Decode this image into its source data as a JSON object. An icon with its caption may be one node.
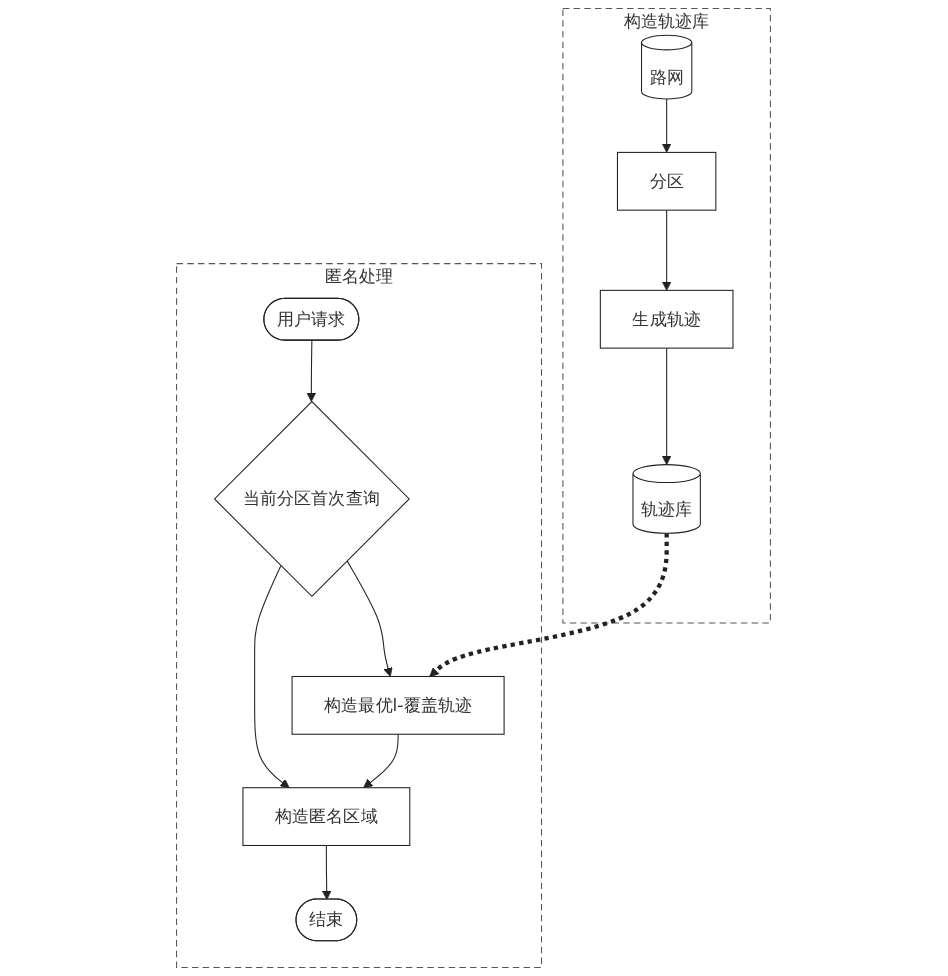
{
  "diagram": {
    "nodes": [
      {
        "text": [
          "构造轨迹库"
        ]
      },
      {
        "text": [
          "路网"
        ],
        "in": 0
      },
      {
        "text": [
          "分区"
        ],
        "in": 0
      },
      {
        "text": [
          "生成轨迹"
        ],
        "in": 0
      },
      {
        "text": [
          "轨迹库"
        ],
        "in": 0
      },
      {
        "text": [
          "匿名处理"
        ]
      },
      {
        "text": [
          "用户请求"
        ],
        "in": 5
      },
      {
        "text": [
          "当前分区首次查询"
        ],
        "in": 5
      },
      {
        "text": [
          "构造最优l-覆盖轨迹"
        ],
        "in": 5
      },
      {
        "text": [
          "构造匿名区域"
        ],
        "in": 5
      },
      {
        "text": [
          "结束"
        ],
        "in": 5
      }
    ],
    "edges": [
      {
        "from": 1,
        "to": 2,
        "arrow": "to"
      },
      {
        "from": 2,
        "to": 3,
        "arrow": "to"
      },
      {
        "from": 3,
        "to": 4,
        "arrow": "to"
      },
      {
        "from": 4,
        "to": 8,
        "arrow": "to",
        "style": "dashed"
      },
      {
        "from": 6,
        "to": 7,
        "arrow": "to"
      },
      {
        "from": 7,
        "to": 8,
        "arrow": "to"
      },
      {
        "from": 7,
        "to": 9,
        "arrow": "to"
      },
      {
        "from": 8,
        "to": 9,
        "arrow": "to"
      },
      {
        "from": 9,
        "to": 10,
        "arrow": "to"
      }
    ]
  }
}
